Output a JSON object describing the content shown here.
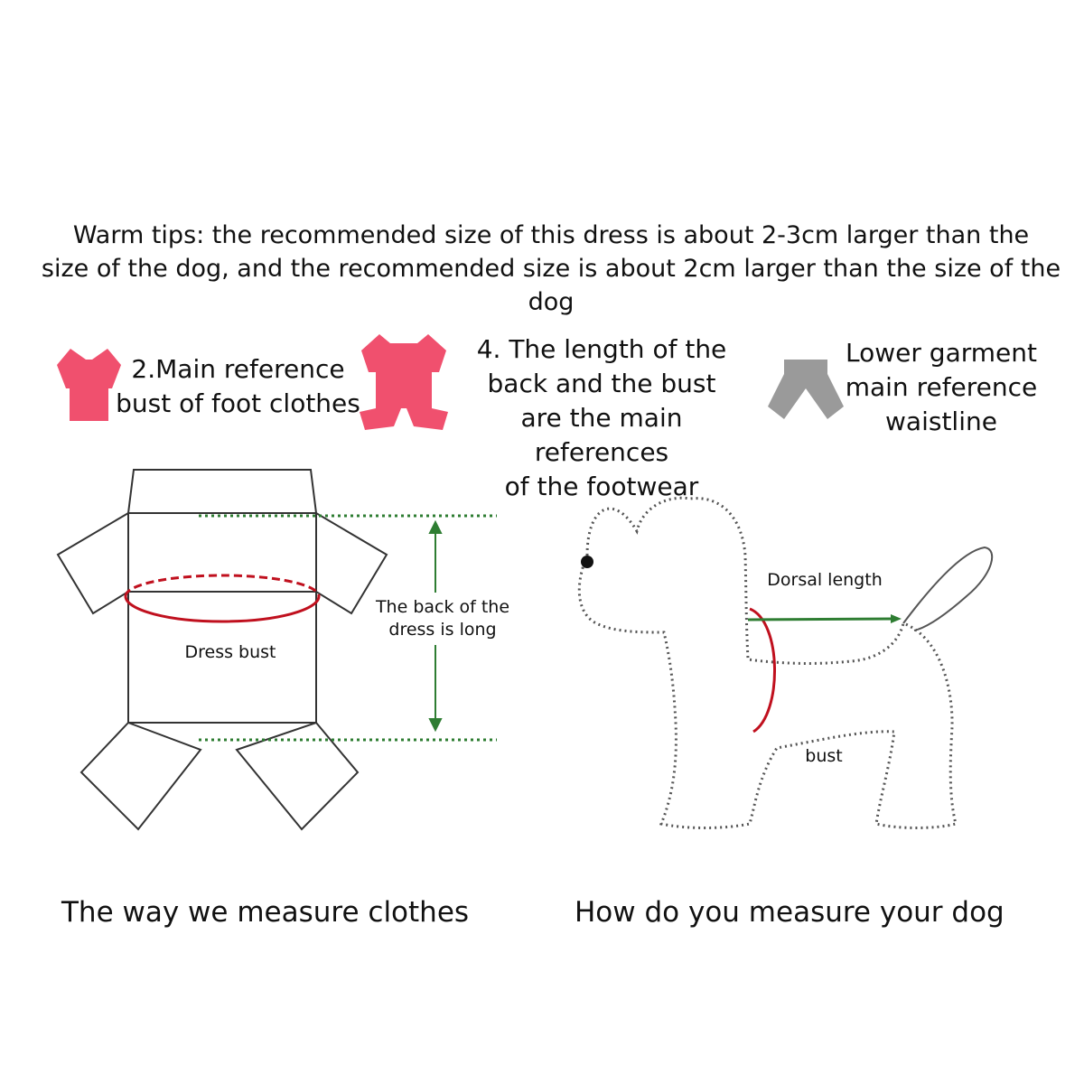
{
  "tips": {
    "line1": "Warm tips: the recommended size of this dress is about 2-3cm larger than the",
    "line2": "size of the dog, and the recommended size is about 2cm larger than the size of the dog"
  },
  "references": [
    {
      "icon": "tshirt-icon",
      "color": "#f0506e",
      "lines": [
        "2.Main reference",
        "bust of foot clothes"
      ]
    },
    {
      "icon": "jumpsuit-icon",
      "color": "#f0506e",
      "lines": [
        "4. The length of the",
        "back and the bust",
        "are the main references",
        "of the footwear"
      ]
    },
    {
      "icon": "pants-icon",
      "color": "#9a9a9a",
      "lines": [
        "Lower garment",
        "main reference",
        "waistline"
      ]
    }
  ],
  "clothes_diagram": {
    "bust_label": "Dress bust",
    "length_label": [
      "The back of the",
      "dress is long"
    ],
    "caption": "The way we measure clothes"
  },
  "dog_diagram": {
    "dorsal_label": "Dorsal length",
    "bust_label": "bust",
    "caption": "How do you measure your dog"
  },
  "colors": {
    "bust_line": "#c0101e",
    "length_line": "#2e7d32",
    "outline": "#333333",
    "dog_outline": "#555555"
  }
}
